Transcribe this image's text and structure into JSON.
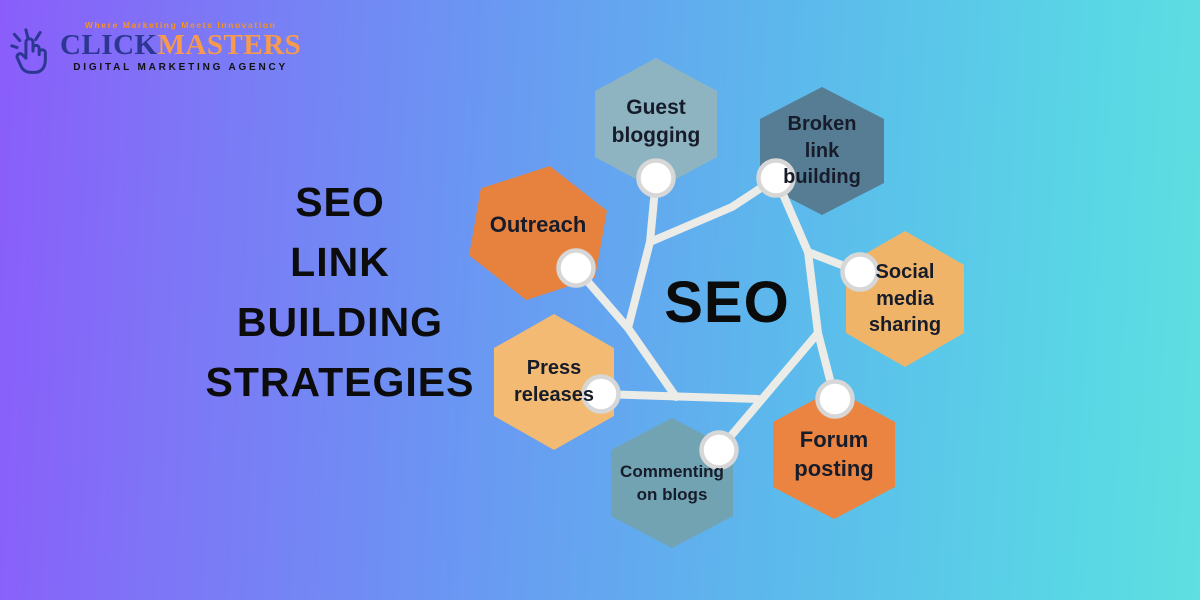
{
  "background": {
    "gradient": [
      "#8a5dfb",
      "#6b95f3",
      "#59d7e5"
    ]
  },
  "logo": {
    "tagline": "Where Marketing Meets Innovation",
    "brand_primary": "CLICK",
    "brand_secondary": "MASTERS",
    "subtitle": "DIGITAL MARKETING AGENCY",
    "tagline_color": "#f7941d",
    "primary_color": "#2b3793",
    "secondary_color": "#f79a4d",
    "subtitle_color": "#111111"
  },
  "headline": {
    "lines": [
      "SEO",
      "LINK",
      "BUILDING",
      "STRATEGIES"
    ],
    "color": "#0c0c0c"
  },
  "diagram": {
    "center_label": "SEO",
    "connector_color": "#ebebe7",
    "dot_fill": "#ffffff",
    "dot_ring_color": "#d7d7d7",
    "label_color": "#171c2b",
    "nodes": [
      {
        "id": "guest-blogging",
        "label": "Guest blogging",
        "lines": [
          "Guest",
          "blogging"
        ],
        "color": "#8db4c0"
      },
      {
        "id": "broken-link-building",
        "label": "Broken link building",
        "lines": [
          "Broken",
          "link",
          "building"
        ],
        "color": "#577d94"
      },
      {
        "id": "social-media-sharing",
        "label": "Social media sharing",
        "lines": [
          "Social",
          "media",
          "sharing"
        ],
        "color": "#f0b468"
      },
      {
        "id": "forum-posting",
        "label": "Forum posting",
        "lines": [
          "Forum",
          "posting"
        ],
        "color": "#ea8440"
      },
      {
        "id": "commenting-on-blogs",
        "label": "Commenting on blogs",
        "lines": [
          "Commenting",
          "on blogs"
        ],
        "color": "#72a3b3"
      },
      {
        "id": "press-releases",
        "label": "Press releases",
        "lines": [
          "Press",
          "releases"
        ],
        "color": "#f2ba72"
      },
      {
        "id": "outreach",
        "label": "Outreach",
        "lines": [
          "Outreach"
        ],
        "color": "#e7823e"
      }
    ]
  }
}
